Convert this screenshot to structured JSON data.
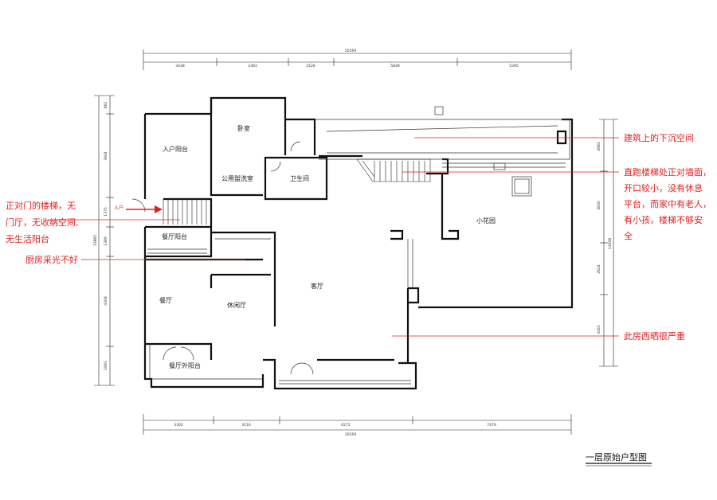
{
  "title": "一层原始户型图",
  "colors": {
    "annotation": "#e0201f",
    "wall": "#111111"
  },
  "rooms": {
    "entry_balcony": "入户阳台",
    "bedroom": "卧室",
    "public_laundry": "公用盥洗室",
    "bathroom": "卫生间",
    "dining_balcony": "餐厅阳台",
    "dining": "餐厅",
    "lounge": "休闲厅",
    "living": "客厅",
    "garden": "小花园",
    "dining_outer_balcony": "餐厅外阳台"
  },
  "entry_tag": "入户",
  "dimensions": {
    "top_total": "20169",
    "top": [
      "3438",
      "3383",
      "2126",
      "5828",
      "5395"
    ],
    "bottom": [
      "3302",
      "3116",
      "6272",
      "7479"
    ],
    "bottom_total": "20169",
    "left": [
      "862",
      "3944",
      "1375",
      "1389",
      "4308",
      "1891"
    ],
    "left_total": "13865",
    "right": [
      "2681",
      "3830",
      "2624",
      "3453"
    ],
    "right_total": "11958"
  },
  "annotations": [
    {
      "lines": [
        "建筑上的下沉空间"
      ]
    },
    {
      "lines": [
        "直跑楼梯处正对墙面，",
        "开口较小，没有休息",
        "平台，而家中有老人，",
        "有小孩，楼梯不够安",
        "全"
      ]
    },
    {
      "lines": [
        "此房西晒很严重"
      ]
    },
    {
      "lines": [
        "正对门的楼梯，无",
        "门厅，无收纳空间,",
        "无生活阳台"
      ]
    },
    {
      "lines": [
        "厨房采光不好"
      ]
    }
  ]
}
